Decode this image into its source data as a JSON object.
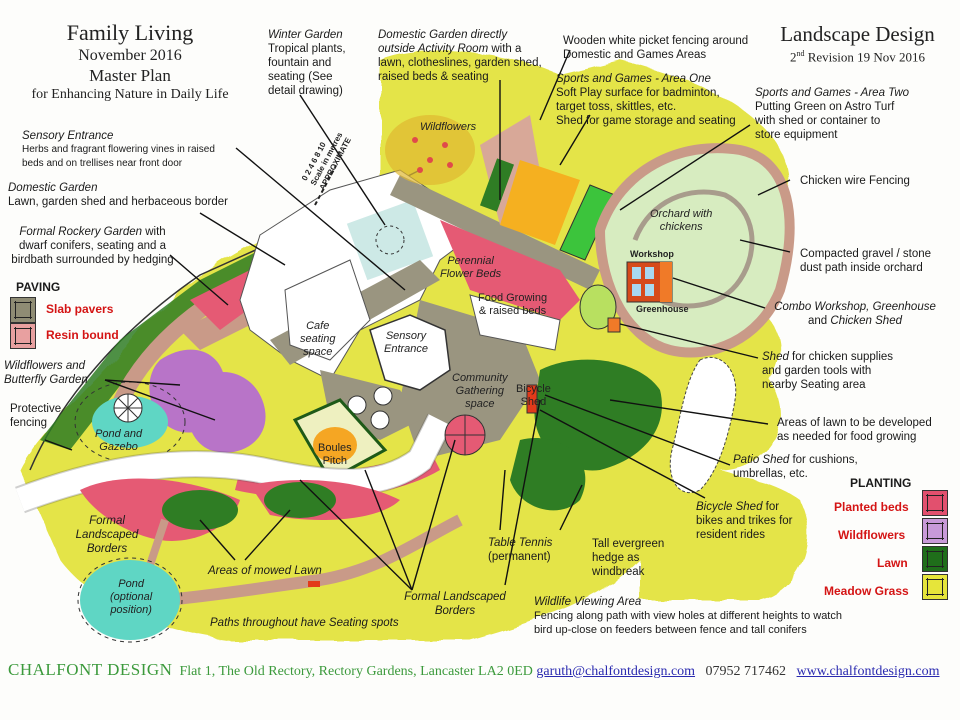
{
  "header": {
    "title_left": {
      "line1": "Family Living",
      "line2": "November 2016",
      "line3": "Master Plan",
      "line4": "for Enhancing Nature in Daily Life"
    },
    "title_right": {
      "line1": "Landscape Design",
      "revision_prefix": "2",
      "revision_sup": "nd",
      "revision_rest": " Revision  19 Nov 2016"
    }
  },
  "annotations": {
    "winter_garden": {
      "title": "Winter Garden",
      "body": [
        "Tropical plants,",
        "fountain and",
        "seating (See",
        "detail drawing)"
      ]
    },
    "domestic_garden_activity": {
      "title1": "Domestic Garden directly",
      "title2": "outside Activity Room",
      "title2_rest": " with a",
      "body": [
        "lawn, clotheslines, garden shed,",
        "raised beds & seating"
      ]
    },
    "picket_fencing": {
      "body": [
        "Wooden white picket fencing around",
        "Domestic and Games Areas"
      ]
    },
    "sports_area_one": {
      "title": "Sports and Games - Area One",
      "body": [
        "Soft Play surface for badminton,",
        "target toss, skittles, etc.",
        "Shed for game storage and seating"
      ]
    },
    "sports_area_two": {
      "title": "Sports and Games - Area Two",
      "body": [
        "Putting Green on Astro Turf",
        "with shed or container to",
        "store equipment"
      ]
    },
    "sensory_entrance": {
      "title": "Sensory Entrance",
      "body": [
        "Herbs and fragrant flowering vines in raised",
        "beds and on trellises near front door"
      ]
    },
    "domestic_garden": {
      "title": "Domestic Garden",
      "body": [
        "Lawn, garden shed and herbaceous border"
      ]
    },
    "rockery_garden": {
      "title": "Formal Rockery Garden",
      "title_rest": " with",
      "body": [
        "dwarf conifers, seating and a",
        "birdbath surrounded by hedging"
      ]
    },
    "wildflowers_butterfly": {
      "body": [
        "Wildflowers and",
        "Butterfly Garden"
      ]
    },
    "protective_fencing": {
      "body": [
        "Protective",
        "fencing"
      ]
    },
    "chicken_wire": {
      "body": [
        "Chicken wire Fencing"
      ]
    },
    "gravel_path": {
      "body": [
        "Compacted gravel / stone",
        "dust path inside orchard"
      ]
    },
    "combo_workshop": {
      "title": "Combo Workshop, Greenhouse",
      "line2_pre": "and ",
      "line2_it": "Chicken Shed"
    },
    "chicken_shed": {
      "title": "Shed",
      "title_rest": " for chicken supplies",
      "body": [
        "and garden tools with",
        "nearby Seating area"
      ]
    },
    "lawn_food": {
      "body": [
        "Areas of lawn to be developed",
        "as needed for food growing"
      ]
    },
    "patio_shed": {
      "title": "Patio Shed",
      "title_rest": " for cushions,",
      "body": [
        "umbrellas, etc."
      ]
    },
    "bicycle_shed": {
      "title": "Bicycle Shed",
      "title_rest": " for",
      "body": [
        "bikes and trikes for",
        "resident rides"
      ]
    },
    "evergreen_hedge": {
      "body": [
        "Tall evergreen",
        "hedge as",
        "windbreak"
      ]
    },
    "table_tennis": {
      "title": "Table Tennis",
      "body": [
        "(permanent)"
      ]
    },
    "wildlife_viewing": {
      "title": "Wildlife Viewing Area",
      "body": [
        "Fencing along path with view holes at different heights to watch",
        "bird  up-close on feeders between fence and tall conifers"
      ]
    },
    "formal_borders_center": {
      "body": [
        "Formal Landscaped",
        "Borders"
      ]
    },
    "formal_borders_left": {
      "body": [
        "Formal",
        "Landscaped",
        "Borders"
      ]
    },
    "mowed_lawn": {
      "body": [
        "Areas of mowed Lawn"
      ]
    },
    "paths_seating": {
      "body": [
        "Paths throughout have Seating spots"
      ]
    }
  },
  "map_labels": {
    "wildflowers": "Wildflowers",
    "perennial": [
      "Perennial",
      "Flower Beds"
    ],
    "food_growing": [
      "Food Growing",
      "& raised beds"
    ],
    "cafe": [
      "Cafe",
      "seating",
      "space"
    ],
    "sensory_entrance": [
      "Sensory",
      "Entrance"
    ],
    "community": [
      "Community",
      "Gathering",
      "space"
    ],
    "bicycle_shed": [
      "Bicycle",
      "Shed"
    ],
    "boules": [
      "Boules",
      "Pitch"
    ],
    "pond_gazebo": [
      "Pond and",
      "Gazebo"
    ],
    "pond_optional": [
      "Pond",
      "(optional",
      "position)"
    ],
    "orchard": [
      "Orchard with",
      "chickens"
    ],
    "workshop": "Workshop",
    "greenhouse": "Greenhouse",
    "scale": [
      "0  2  4  6  8  10",
      "Scale in metres",
      "APPROXIMATE"
    ]
  },
  "legend_paving": {
    "heading": "PAVING",
    "items": [
      {
        "label": "Slab pavers",
        "color": "#8f8c74"
      },
      {
        "label": "Resin bound",
        "color": "#e8a0a0"
      }
    ]
  },
  "legend_planting": {
    "heading": "PLANTING",
    "items": [
      {
        "label": "Planted beds",
        "color": "#e2506e"
      },
      {
        "label": "Wildflowers",
        "color": "#c89ad8"
      },
      {
        "label": "Lawn",
        "color": "#1f6e1a"
      },
      {
        "label": "Meadow Grass",
        "color": "#e6e53a"
      }
    ]
  },
  "colors": {
    "meadow": "#e2e236",
    "lawn": "#2f7d24",
    "bright_green": "#3cc43c",
    "planted": "#e55a74",
    "resin": "#d8a898",
    "slab": "#9a9580",
    "wildflower": "#b874c8",
    "water": "#5fd6c4",
    "orange": "#f5a623",
    "orchard": "#d7ecc0",
    "label_red": "#d41414",
    "footer_green": "#3c9a3c",
    "link_blue": "#2a2ab0"
  },
  "footer": {
    "brand": "CHALFONT DESIGN",
    "address": "Flat 1, The Old Rectory, Rectory Gardens, Lancaster LA2 0ED",
    "email": "garuth@chalfontdesign.com",
    "phone": "07952 717462",
    "website": "www.chalfontdesign.com"
  }
}
